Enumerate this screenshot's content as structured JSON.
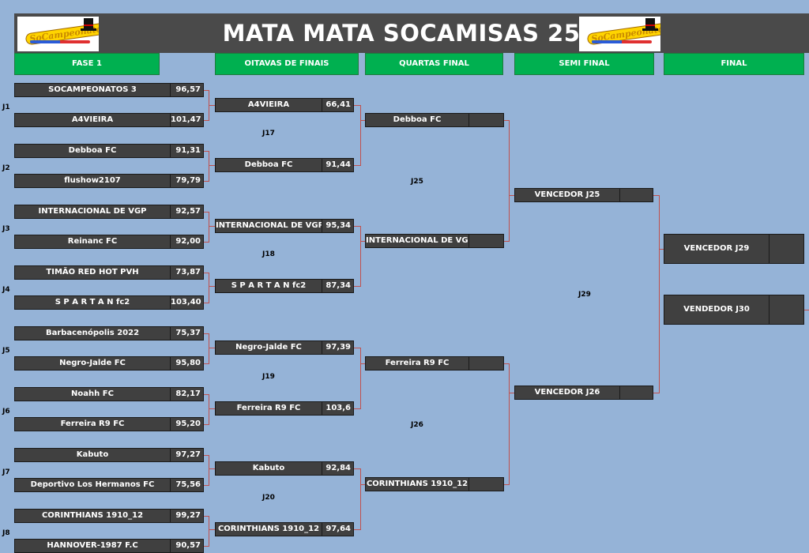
{
  "title": "MATA MATA SOCAMISAS 25",
  "logo": {
    "text": "SoCampeonatos"
  },
  "phases": [
    "FASE 1",
    "OITAVAS DE FINAIS",
    "QUARTAS FINAL",
    "SEMI FINAL",
    "FINAL"
  ],
  "fase1": [
    {
      "label": "J1",
      "teams": [
        {
          "name": "SOCAMPEONATOS 3",
          "score": "96,57"
        },
        {
          "name": "A4VIEIRA",
          "score": "101,47"
        }
      ]
    },
    {
      "label": "J2",
      "teams": [
        {
          "name": "Debboa FC",
          "score": "91,31"
        },
        {
          "name": "flushow2107",
          "score": "79,79"
        }
      ]
    },
    {
      "label": "J3",
      "teams": [
        {
          "name": "INTERNACIONAL DE VGP",
          "score": "92,57"
        },
        {
          "name": "Reinanc FC",
          "score": "92,00"
        }
      ]
    },
    {
      "label": "J4",
      "teams": [
        {
          "name": "TIMÃO RED HOT PVH",
          "score": "73,87"
        },
        {
          "name": "S P A R T A N fc2",
          "score": "103,40"
        }
      ]
    },
    {
      "label": "J5",
      "teams": [
        {
          "name": "Barbacenópolis 2022",
          "score": "75,37"
        },
        {
          "name": "Negro-Jalde FC",
          "score": "95,80"
        }
      ]
    },
    {
      "label": "J6",
      "teams": [
        {
          "name": "Noahh FC",
          "score": "82,17"
        },
        {
          "name": "Ferreira R9 FC",
          "score": "95,20"
        }
      ]
    },
    {
      "label": "J7",
      "teams": [
        {
          "name": "Kabuto",
          "score": "97,27"
        },
        {
          "name": "Deportivo Los Hermanos FC",
          "score": "75,56"
        }
      ]
    },
    {
      "label": "J8",
      "teams": [
        {
          "name": "CORINTHIANS 1910_12",
          "score": "99,27"
        },
        {
          "name": "HANNOVER-1987 F.C",
          "score": "90,57"
        }
      ]
    }
  ],
  "oitavas": [
    {
      "label": "J17",
      "teams": [
        {
          "name": "A4VIEIRA",
          "score": "66,41"
        },
        {
          "name": "Debboa FC",
          "score": "91,44"
        }
      ]
    },
    {
      "label": "J18",
      "teams": [
        {
          "name": "INTERNACIONAL DE VGP",
          "score": "95,34"
        },
        {
          "name": "S P A R T A N fc2",
          "score": "87,34"
        }
      ]
    },
    {
      "label": "J19",
      "teams": [
        {
          "name": "Negro-Jalde FC",
          "score": "97,39"
        },
        {
          "name": "Ferreira R9 FC",
          "score": "103,6"
        }
      ]
    },
    {
      "label": "J20",
      "teams": [
        {
          "name": "Kabuto",
          "score": "92,84"
        },
        {
          "name": "CORINTHIANS 1910_12",
          "score": "97,64"
        }
      ]
    }
  ],
  "quartas": [
    {
      "label": "J25",
      "teams": [
        {
          "name": "Debboa FC",
          "score": ""
        },
        {
          "name": "INTERNACIONAL DE VGP",
          "score": ""
        }
      ]
    },
    {
      "label": "J26",
      "teams": [
        {
          "name": "Ferreira R9 FC",
          "score": ""
        },
        {
          "name": "CORINTHIANS 1910_12",
          "score": ""
        }
      ]
    }
  ],
  "semi": [
    {
      "label": "J29",
      "teams": [
        {
          "name": "VENCEDOR J25",
          "score": ""
        },
        {
          "name": "VENCEDOR J26",
          "score": ""
        }
      ]
    }
  ],
  "final": {
    "teams": [
      {
        "name": "VENCEDOR J29",
        "score": ""
      },
      {
        "name": "VENDEDOR J30",
        "score": ""
      }
    ]
  },
  "colors": {
    "background": "#95b3d7",
    "header_green": "#00b050",
    "box": "#404040",
    "connector": "#c0504d"
  }
}
